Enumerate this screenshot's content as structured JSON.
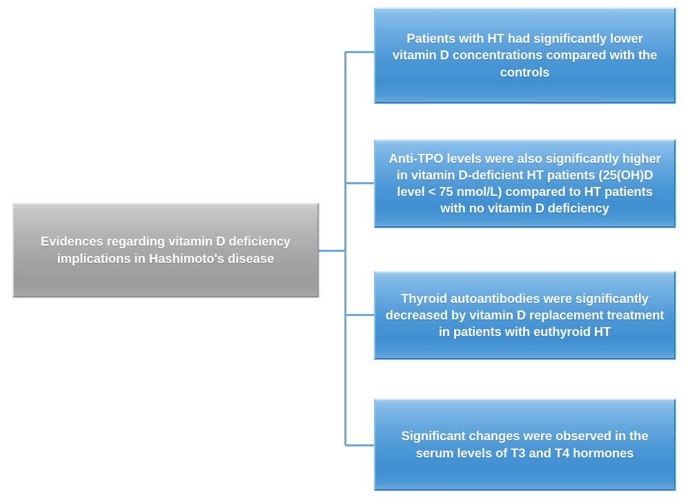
{
  "diagram": {
    "type": "horizontal-hierarchy",
    "title": "Evidences regarding vitamin D deficiency implications in Hashimoto's disease",
    "colors": {
      "root_fill_light": "#d2d2d2",
      "root_fill_dark": "#9b9b9b",
      "leaf_fill_light": "#9ecbef",
      "leaf_fill_dark": "#3f8fd2",
      "connector": "#6fa8dc",
      "text": "#ffffff",
      "background": "#ffffff"
    },
    "root": {
      "label": "Evidences regarding vitamin D deficiency implications in Hashimoto's disease"
    },
    "branches": [
      {
        "id": "branch-1",
        "label": "Patients with  HT had significantly lower vitamin D concentrations compared with the controls"
      },
      {
        "id": "branch-2",
        "label": "Anti-TPO levels were also significantly higher in vitamin D-deficient HT patients (25(OH)D level < 75 nmol/L) compared to HT patients with no vitamin D deficiency"
      },
      {
        "id": "branch-3",
        "label": "Thyroid autoantibodies were significantly decreased by vitamin D replacement treatment in patients with euthyroid HT"
      },
      {
        "id": "branch-4",
        "label": "Significant changes were observed in the serum levels of T3 and T4 hormones"
      }
    ]
  }
}
